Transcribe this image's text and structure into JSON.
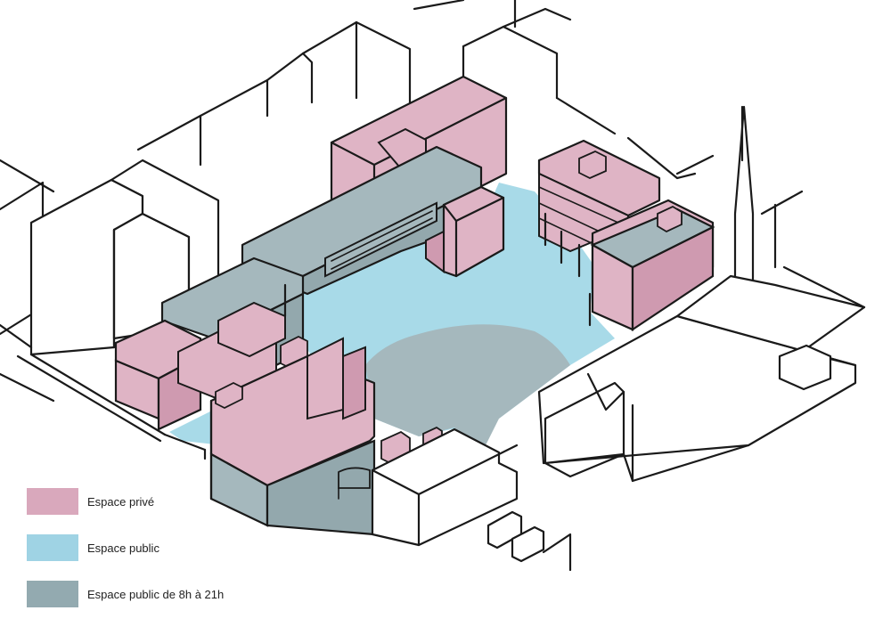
{
  "colors": {
    "private": "#dfb4c5",
    "public": "#a8dae8",
    "public_timed": "#a5b8bd",
    "private_dark": "#cf9ab0",
    "timed_dark": "#93a8ad",
    "line": "#1a1a1a"
  },
  "legend": [
    {
      "label": "Espace privé",
      "color": "#d9a8bc"
    },
    {
      "label": "Espace public",
      "color": "#9fd3e4"
    },
    {
      "label": "Espace public de 8h à 21h",
      "color": "#93aab0"
    }
  ]
}
